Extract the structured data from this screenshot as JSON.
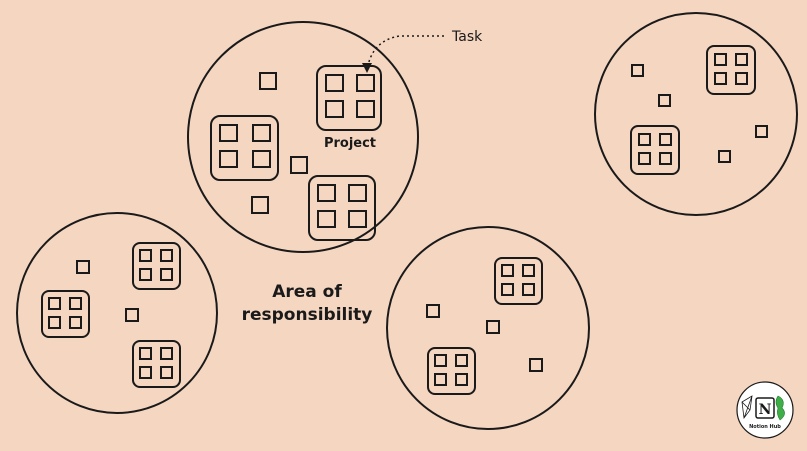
{
  "labels": {
    "task": "Task",
    "project": "Project",
    "area_line1": "Area of",
    "area_line2": "responsibility"
  },
  "logo": {
    "text": "Notion Hub",
    "glyph": "N"
  },
  "colors": {
    "background": "#f5d6c1",
    "stroke": "#1a1a1a",
    "logo_accent": "#3fae49"
  }
}
